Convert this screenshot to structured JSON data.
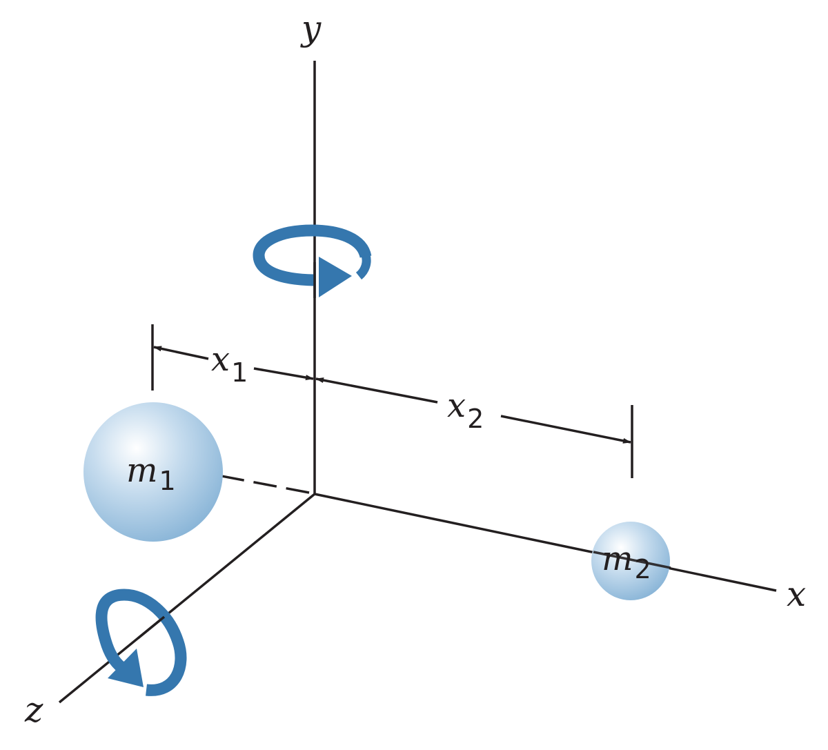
{
  "axes": {
    "x_label": "x",
    "y_label": "y",
    "z_label": "z"
  },
  "masses": {
    "m1": {
      "symbol": "m",
      "subscript": "1"
    },
    "m2": {
      "symbol": "m",
      "subscript": "2"
    }
  },
  "distances": {
    "x1": {
      "symbol": "x",
      "subscript": "1"
    },
    "x2": {
      "symbol": "x",
      "subscript": "2"
    }
  },
  "colors": {
    "rotation_arrow": "#3577ae",
    "sphere_light": "#ffffff",
    "sphere_mid": "#c6dcee",
    "sphere_dark": "#8bb6d8",
    "line": "#231f20"
  },
  "icons": {
    "y_rotation": "rotation-arrow-icon",
    "z_rotation": "rotation-arrow-icon"
  }
}
